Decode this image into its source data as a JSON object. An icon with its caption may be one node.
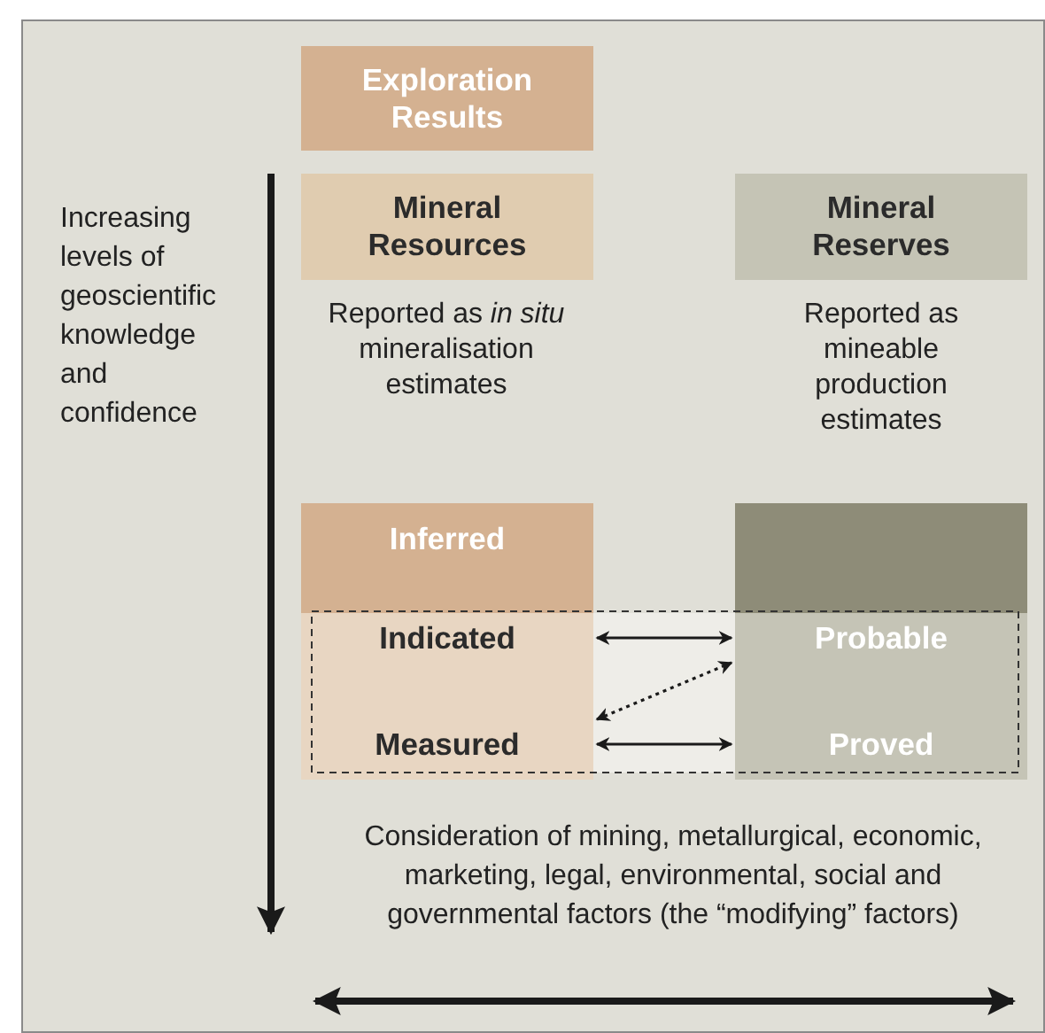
{
  "diagram": {
    "nodes": [
      {
        "text": [
          "Exploration Results"
        ]
      },
      {
        "text": [
          "Mineral Resources"
        ],
        "beside": [
          "Reported as *in situ* mineralisation estimates"
        ]
      },
      {
        "text": [
          "Mineral Reserves"
        ],
        "beside": [
          "Reported as mineable production estimates"
        ]
      },
      {
        "text": [
          "Inferred"
        ]
      },
      {
        "text": [
          "Indicated"
        ],
        "in": 3
      },
      {
        "text": [
          "Measured"
        ],
        "in": 3
      },
      {
        "text": [],
        "shape": "box"
      },
      {
        "text": [
          "Probable"
        ],
        "in": 6
      },
      {
        "text": [
          "Proved"
        ],
        "in": 6
      }
    ],
    "edges": [
      {
        "from": 4,
        "to": 7,
        "arrow": "both"
      },
      {
        "from": 5,
        "to": 7,
        "arrow": "both",
        "style": "dashed"
      },
      {
        "from": 5,
        "to": 8,
        "arrow": "both"
      }
    ],
    "labels": [
      "Increasing levels of geoscientific knowledge and confidence",
      "Consideration of mining, metallurgical, economic, marketing, legal, environmental, social and governmental factors (the “modifying” factors)"
    ]
  }
}
